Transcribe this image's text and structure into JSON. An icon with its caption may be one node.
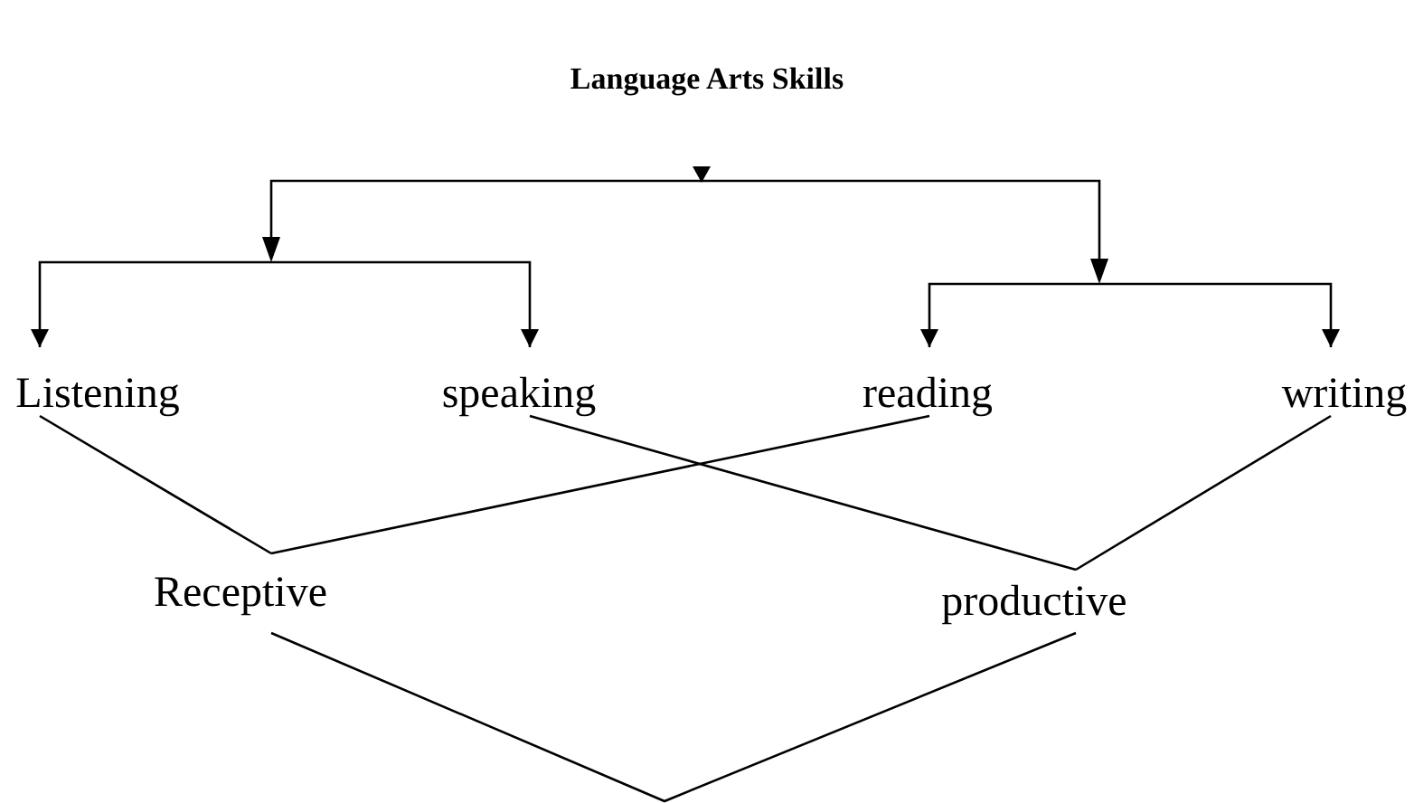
{
  "diagram": {
    "title": "Language Arts Skills",
    "nodes": [
      {
        "text": [
          "Listening"
        ]
      },
      {
        "text": [
          "speaking"
        ]
      },
      {
        "text": [
          "reading"
        ]
      },
      {
        "text": [
          "writing"
        ]
      },
      {
        "text": [
          "Receptive"
        ]
      },
      {
        "text": [
          "productive"
        ]
      }
    ],
    "edges": [
      {
        "from": null,
        "to": 0,
        "arrow": "to"
      },
      {
        "from": null,
        "to": 1,
        "arrow": "to"
      },
      {
        "from": null,
        "to": 2,
        "arrow": "to"
      },
      {
        "from": null,
        "to": 3,
        "arrow": "to"
      },
      {
        "from": 0,
        "to": 4,
        "arrow": "none"
      },
      {
        "from": 2,
        "to": 4,
        "arrow": "none"
      },
      {
        "from": 1,
        "to": 5,
        "arrow": "none"
      },
      {
        "from": 3,
        "to": 5,
        "arrow": "none"
      },
      {
        "from": 4,
        "to": 5,
        "arrow": "none"
      }
    ]
  }
}
